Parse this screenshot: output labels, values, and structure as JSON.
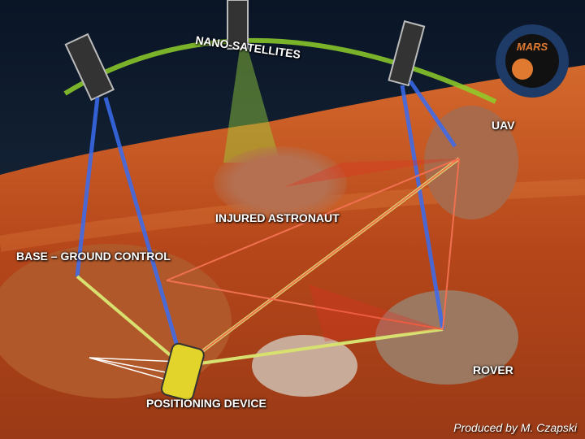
{
  "labels": {
    "nano_satellites": "NANO-SATELLITES",
    "uav": "UAV",
    "injured_astronaut": "INJURED ASTRONAUT",
    "base": "BASE – GROUND CONTROL",
    "rover": "ROVER",
    "positioning_device": "POSITIONING DEVICE"
  },
  "credit": "Produced by M. Czapski",
  "logo": {
    "title": "MARS",
    "subtitle": "MARS CREW 145"
  },
  "colors": {
    "sky": "#0b1a2c",
    "mars": "#c2531f",
    "sat_link": "#3a6cf0",
    "ground_link": "#d8e070",
    "relay_link": "#f07050",
    "arc": "#8ecf2a"
  }
}
